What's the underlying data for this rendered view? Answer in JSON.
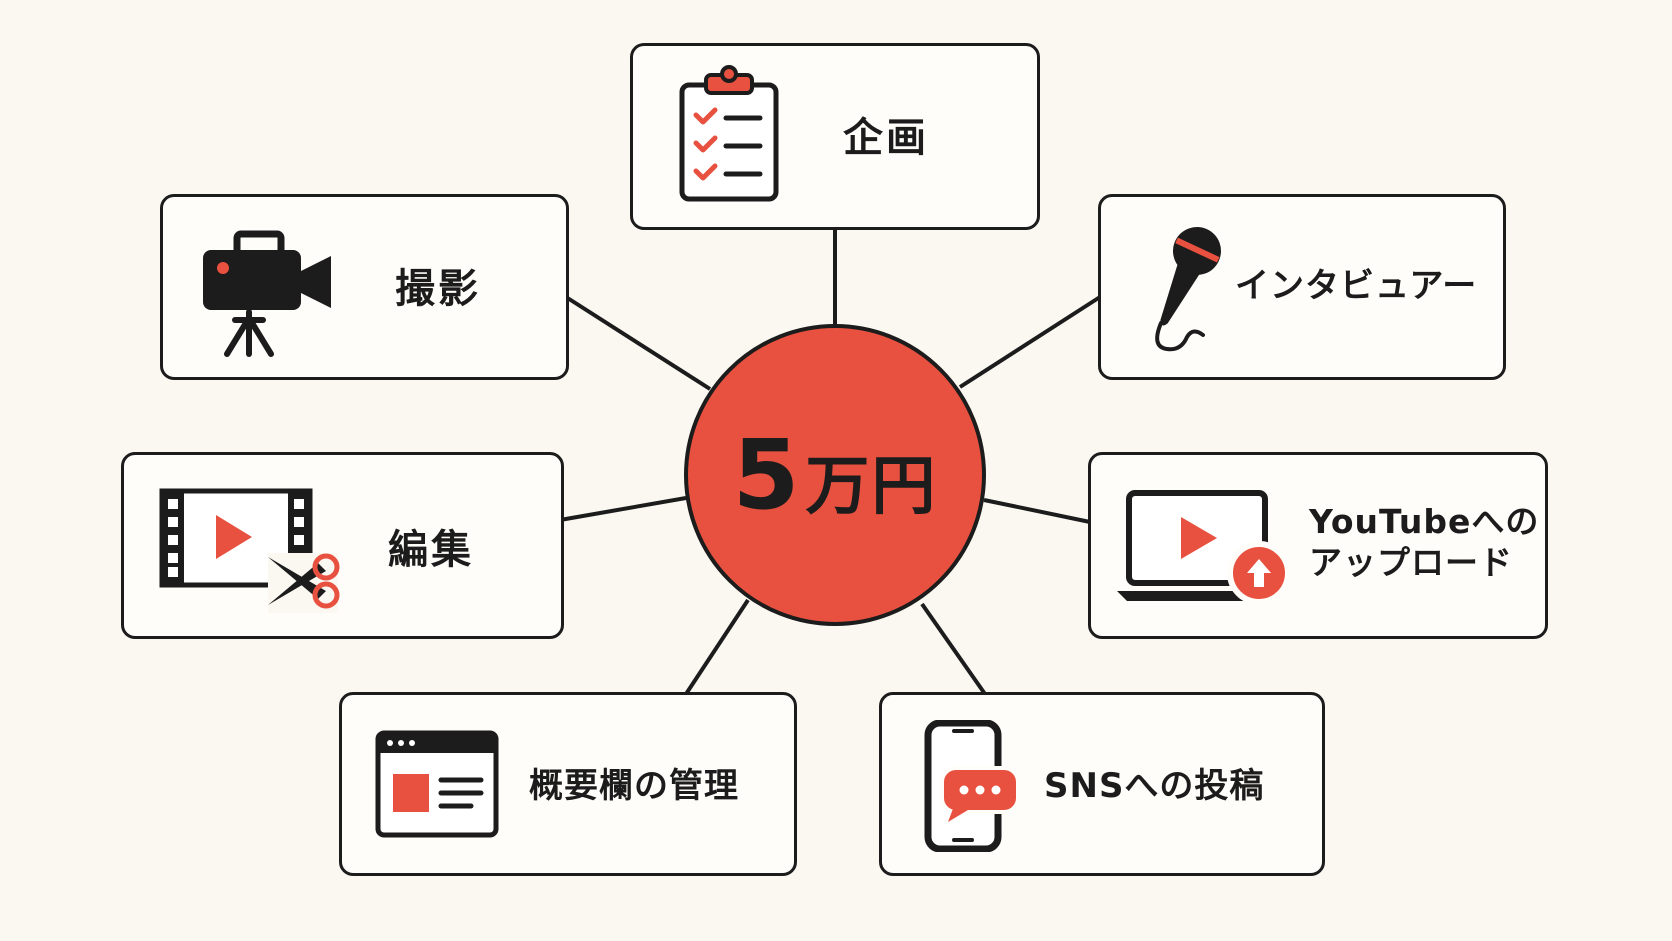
{
  "center": {
    "amount": "5",
    "unit": "万円"
  },
  "tasks": {
    "planning": "企画",
    "shooting": "撮影",
    "interviewer": "インタビュアー",
    "editing": "編集",
    "upload_line1": "YouTubeへの",
    "upload_line2": "アップロード",
    "description": "概要欄の管理",
    "sns": "SNSへの投稿"
  },
  "colors": {
    "accent": "#e8513f",
    "ink": "#1c1c1c",
    "background": "#fbf8f2"
  },
  "icons": {
    "planning": "clipboard-checklist-icon",
    "shooting": "video-camera-icon",
    "interviewer": "microphone-icon",
    "editing": "film-scissors-icon",
    "upload": "laptop-upload-icon",
    "description": "browser-window-icon",
    "sns": "smartphone-chat-icon"
  }
}
